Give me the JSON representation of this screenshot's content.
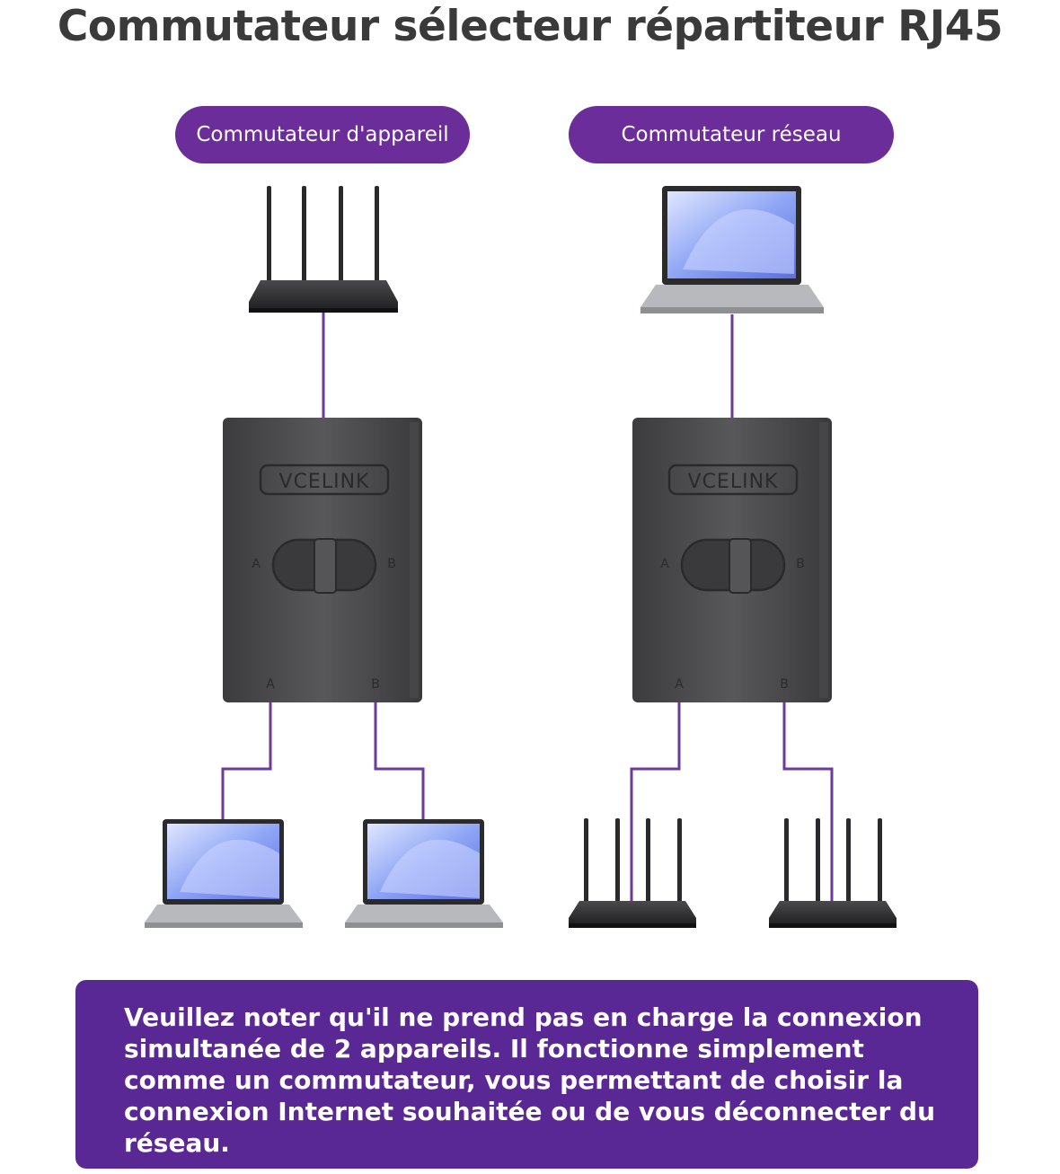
{
  "title": "Commutateur sélecteur répartiteur RJ45",
  "sections": [
    {
      "label": "Commutateur d'appareil",
      "switch": {
        "brand": "VCELINK",
        "toggle_left": "A",
        "toggle_right": "B",
        "port_a": "A",
        "port_b": "B"
      }
    },
    {
      "label": "Commutateur réseau",
      "switch": {
        "brand": "VCELINK",
        "toggle_left": "A",
        "toggle_right": "B",
        "port_a": "A",
        "port_b": "B"
      }
    }
  ],
  "note": "Veuillez noter qu'il ne prend pas en charge la connexion simultanée de 2 appareils. Il fonctionne simplement comme un commutateur, vous permettant de choisir la connexion Internet souhaitée ou de vous déconnecter du réseau.",
  "colors": {
    "accent": "#6a2d99",
    "note_bg": "#5a2895",
    "line": "#6b3a9a"
  },
  "icons": [
    "router-icon",
    "laptop-icon",
    "switch-device-icon"
  ]
}
